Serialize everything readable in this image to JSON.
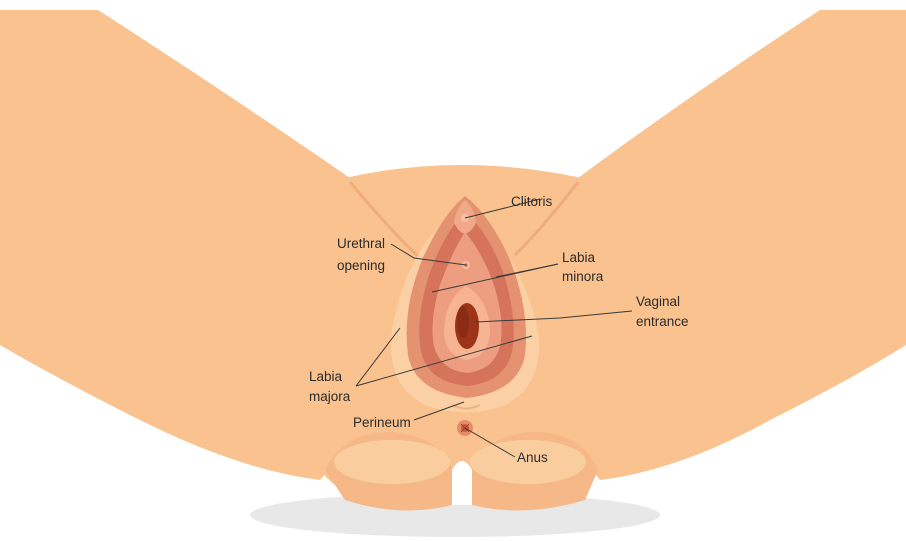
{
  "labels": {
    "clitoris": "Clitoris",
    "urethral_opening_1": "Urethral",
    "urethral_opening_2": "opening",
    "labia_minora_1": "Labia",
    "labia_minora_2": "minora",
    "vaginal_entrance_1": "Vaginal",
    "vaginal_entrance_2": "entrance",
    "labia_majora_1": "Labia",
    "labia_majora_2": "majora",
    "perineum": "Perineum",
    "anus": "Anus"
  },
  "colors": {
    "skin": "#f9c28f",
    "skin_shadow": "#f2b482",
    "skin_highlight": "#fbd2a6",
    "labia_outer": "#e28f70",
    "labia_mid": "#d5735a",
    "labia_inner": "#ee9f80",
    "vestibule": "#f6b593",
    "opening": "#9b3318",
    "ground_shadow": "#e6e6e6",
    "text": "#2b2b2b"
  }
}
